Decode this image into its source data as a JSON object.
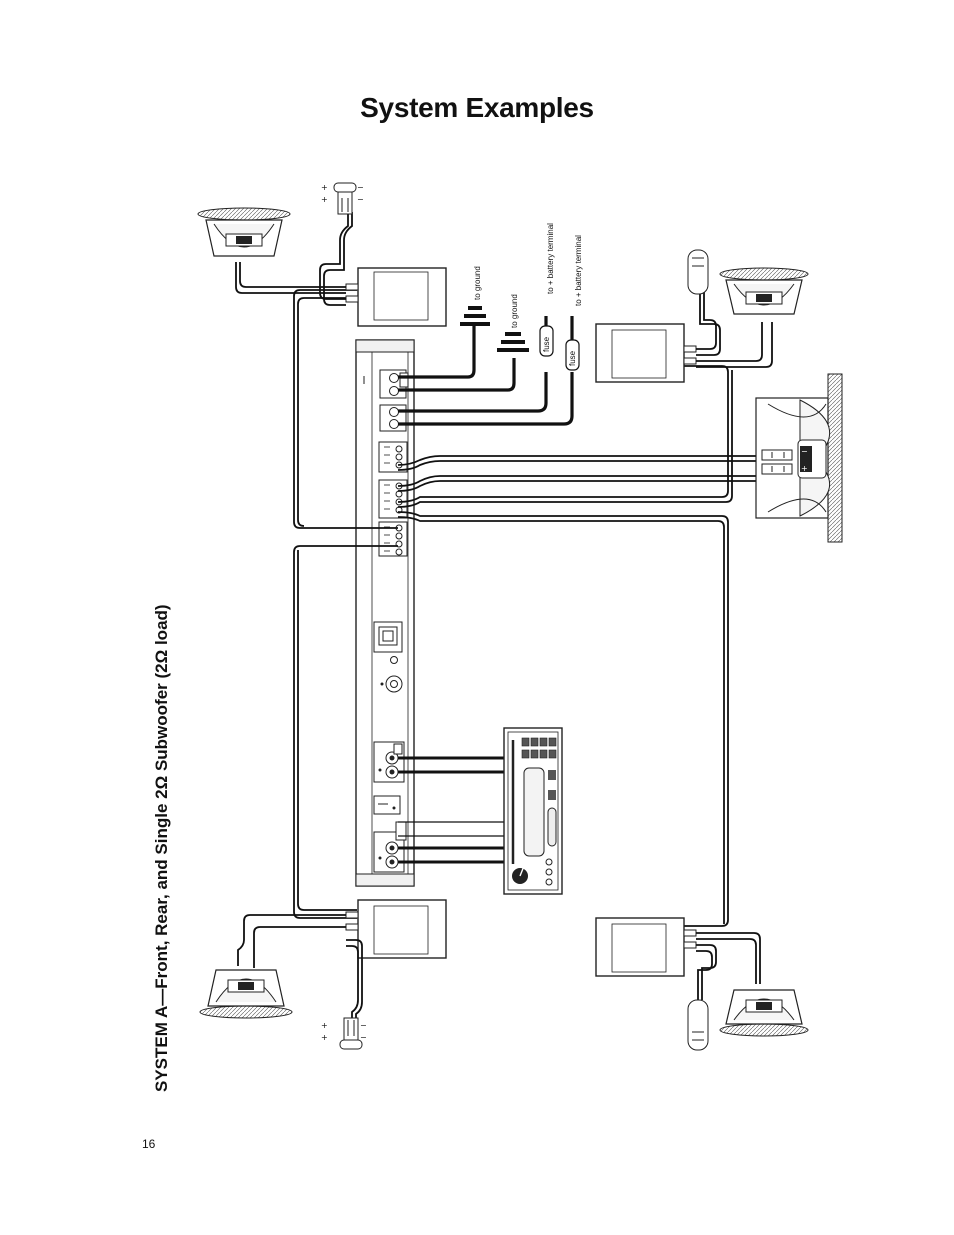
{
  "page": {
    "title": "System Examples",
    "section_title": "SYSTEM A—Front, Rear, and Single 2Ω Subwoofer (2Ω load)",
    "page_number": "16"
  },
  "diagram": {
    "ground_label_1": "to ground",
    "ground_label_2": "to ground",
    "battery_label_1": "to + battery terminal",
    "battery_label_2": "to + battery terminal",
    "fuse_label_1": "fuse",
    "fuse_label_2": "fuse",
    "plus_sign": "+",
    "minus_sign": "−"
  }
}
